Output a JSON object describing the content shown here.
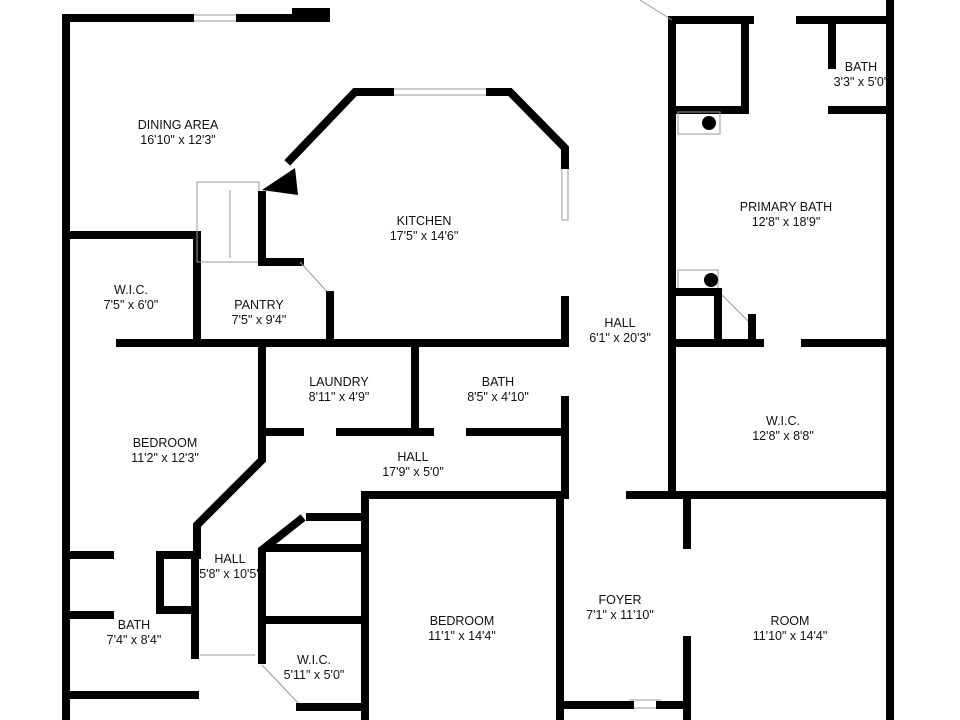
{
  "rooms": [
    {
      "name": "DINING AREA",
      "dims": "16'10\" x 12'3\""
    },
    {
      "name": "KITCHEN",
      "dims": "17'5\" x 14'6\""
    },
    {
      "name": "W.I.C.",
      "dims": "7'5\" x 6'0\""
    },
    {
      "name": "PANTRY",
      "dims": "7'5\" x 9'4\""
    },
    {
      "name": "LAUNDRY",
      "dims": "8'11\" x 4'9\""
    },
    {
      "name": "BATH",
      "dims": "8'5\" x 4'10\""
    },
    {
      "name": "HALL",
      "dims": "6'1\" x 20'3\""
    },
    {
      "name": "BATH",
      "dims": "3'3\" x 5'0\""
    },
    {
      "name": "PRIMARY BATH",
      "dims": "12'8\" x 18'9\""
    },
    {
      "name": "W.I.C.",
      "dims": "12'8\" x 8'8\""
    },
    {
      "name": "BEDROOM",
      "dims": "11'2\" x 12'3\""
    },
    {
      "name": "HALL",
      "dims": "17'9\" x 5'0\""
    },
    {
      "name": "HALL",
      "dims": "5'8\" x 10'5\""
    },
    {
      "name": "BATH",
      "dims": "7'4\" x 8'4\""
    },
    {
      "name": "W.I.C.",
      "dims": "5'11\" x 5'0\""
    },
    {
      "name": "BEDROOM",
      "dims": "11'1\" x 14'4\""
    },
    {
      "name": "FOYER",
      "dims": "7'1\" x 11'10\""
    },
    {
      "name": "ROOM",
      "dims": "11'10\" x 14'4\""
    }
  ]
}
